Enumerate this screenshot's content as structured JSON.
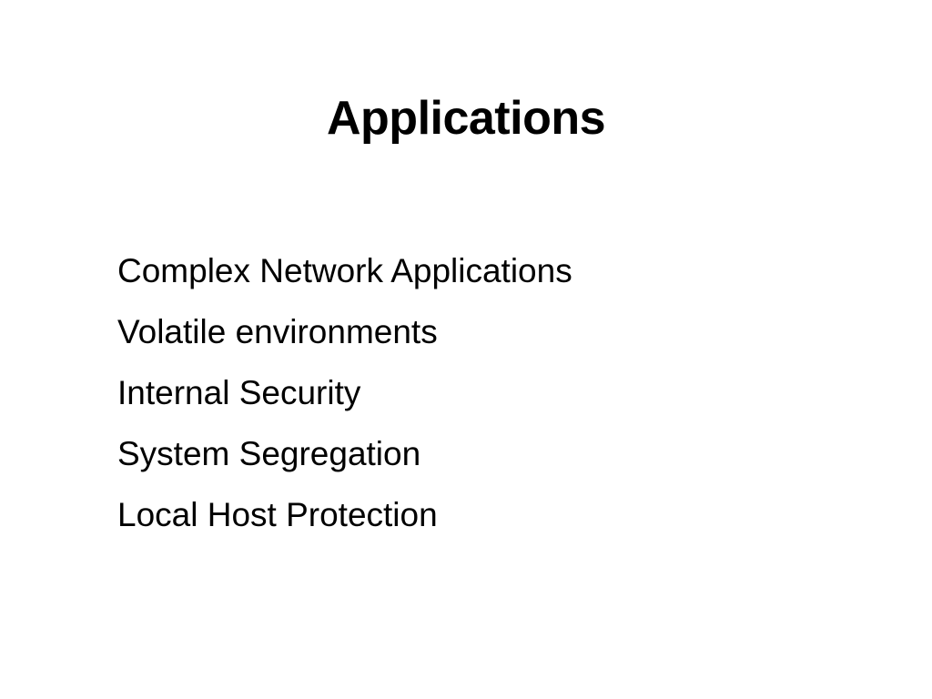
{
  "slide": {
    "title": "Applications",
    "items": [
      "Complex Network Applications",
      "Volatile environments",
      "Internal Security",
      "System Segregation",
      "Local Host Protection"
    ]
  }
}
